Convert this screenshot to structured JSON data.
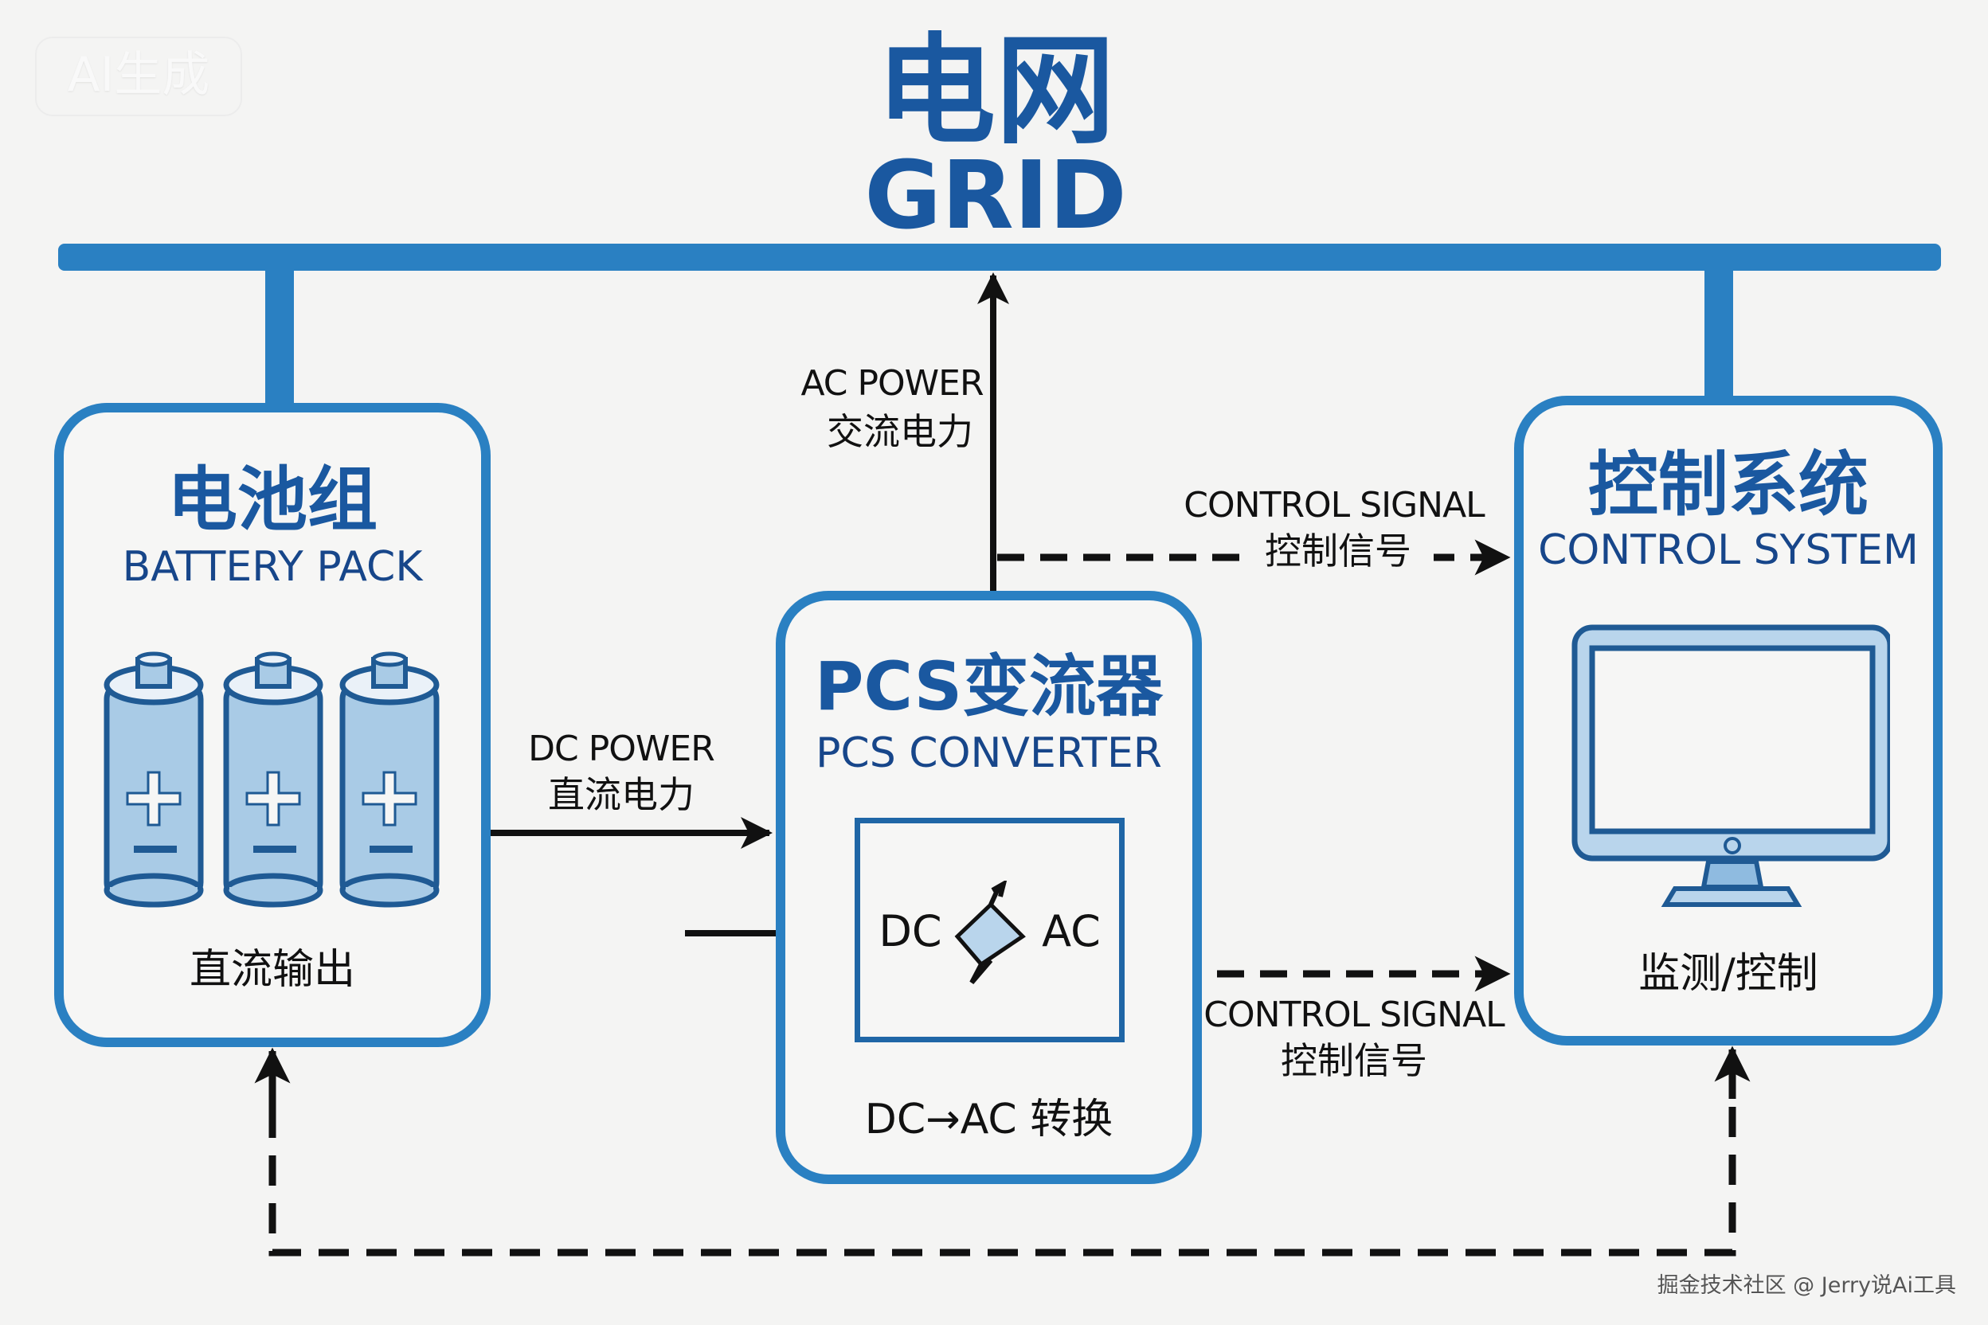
{
  "badge": {
    "text": "AI生成"
  },
  "header": {
    "title_cn": "电网",
    "title_en": "GRID"
  },
  "battery": {
    "title_cn": "电池组",
    "title_en": "BATTERY PACK",
    "cells": [
      {
        "plus": "+",
        "minus": "−"
      },
      {
        "plus": "+",
        "minus": "−"
      },
      {
        "plus": "+",
        "minus": "−"
      }
    ],
    "caption": "直流输出"
  },
  "pcs": {
    "title_cn": "PCS变流器",
    "title_en": "PCS CONVERTER",
    "inner_left": "DC",
    "inner_right": "AC",
    "caption": "DC→AC 转换"
  },
  "control": {
    "title_cn": "控制系统",
    "title_en": "CONTROL SYSTEM",
    "caption": "监测/控制"
  },
  "labels": {
    "ac_power_en": "AC POWER",
    "ac_power_cn": "交流电力",
    "dc_power_en": "DC POWER",
    "dc_power_cn": "直流电力",
    "control_signal_top_en": "CONTROL SIGNAL",
    "control_signal_top_cn": "控制信号",
    "control_signal_bottom_en": "CONTROL SIGNAL",
    "control_signal_bottom_cn": "控制信号"
  },
  "watermark": "掘金技术社区 @ Jerry说Ai工具",
  "colors": {
    "grid_bar": "#2a80c2",
    "title_blue": "#1a58a0",
    "battery_fill": "#a9cbe6",
    "outline_dark": "#1f5a94",
    "arrow": "#111111"
  }
}
